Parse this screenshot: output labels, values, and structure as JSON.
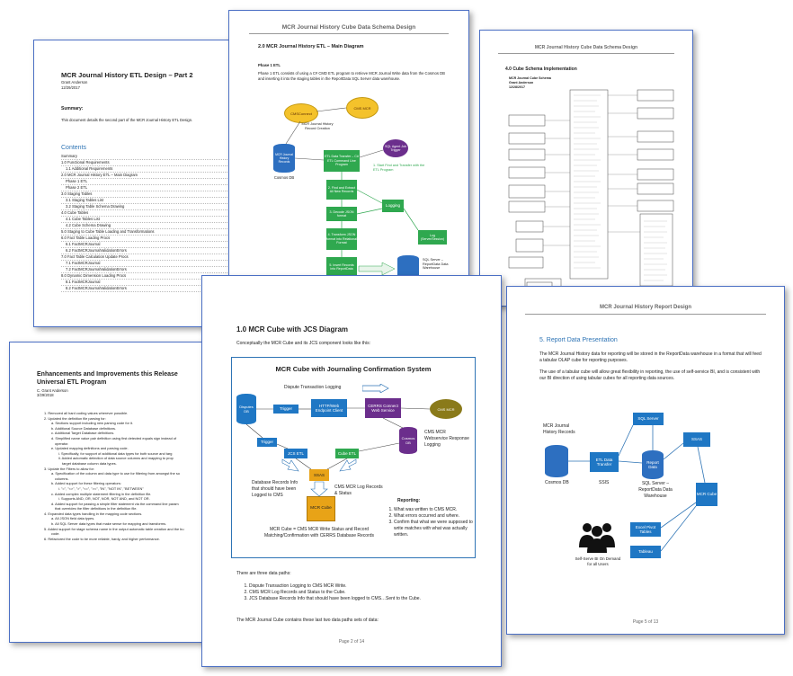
{
  "page_etl_part2": {
    "title": "MCR Journal History ETL Design – Part 2",
    "author": "Grant Anderson",
    "date": "12/29/2017",
    "summary_heading": "Summary:",
    "summary_text": "This document details the second part of the MCR Journal History ETL Design.",
    "contents_heading": "Contents",
    "toc": [
      "Summary",
      "1.0 Functional Requirements",
      "1.1 Additional Requirements",
      "2.0 MCR Journal History ETL – Main Diagram",
      "Phase 1 ETL",
      "Phase 2 ETL",
      "3.0 Staging Tables",
      "3.1 Staging Tables List",
      "3.2 Staging Table Schema Drawing",
      "4.0 Cube Tables",
      "4.1 Cube Tables List",
      "4.2 Cube Schema Drawing",
      "5.0 Staging to Cube Table Loading and Transformations",
      "6.0 Fact Table Loading Procs",
      "6.1 FactMCRJournal",
      "6.2 FactMCRJournalValidationErrors",
      "7.0 Fact Table Calculation Update Procs",
      "7.1 FactMCRJournal",
      "7.2 FactMCRJournalValidationErrors",
      "8.0 Dynamic Dimension Loading Procs",
      "8.1 FactMCRJournal",
      "8.2 FactMCRJournalValidationErrors"
    ]
  },
  "page_enhancements": {
    "title": "Enhancements and Improvements this Release",
    "subtitle": "Universal ETL Program",
    "author": "C. Grant Anderson",
    "date": "3/29/2018",
    "items": [
      "1. Removed all hard coding values wherever possible.",
      "2. Updated the definition file parsing for:",
      "a. Sections support including new parsing code for it.",
      "b. Additional Source Database definitions.",
      "c. Additional Target Database definitions.",
      "d. Simplified name value pair definition using first detected equals sign instead of",
      "operator.",
      "e. Updated mapping definitions and parsing code.",
      "i. Specifically, for support of additional data types for both source and targ",
      "ii. Added automatic detection of data source columns and mapping to prop",
      "target database column data types.",
      "3. Update the Filters to allow for:",
      "a. Specification of the column and data type to use for filtering from amongst the so",
      "columns.",
      "b. Added support for these filtering operators:",
      "i. \"=\", \"<>\", \">\", \"<=\", \">=\", \"IN\", \"NOT IN\", \"BETWEEN\"",
      "c. Added complex multiple statement filtering in the definition file.",
      "i. Supports AND, OR, NOT, NOR, NOT AND, and NOT OR.",
      "d. Added support for passing a simple filter statement via the command line param",
      "that overrides the filter definitions in the definition file.",
      "4. Expanded data types handling in the mapping code sections.",
      "a. All JSON field data types.",
      "b. All SQL Server data types that make sense for mapping and transforms.",
      "5. Added support for stage schema name in the output automatic table creation and the bu",
      "code.",
      "6. Refactored the code to be more reliable, hardy, and higher performance."
    ]
  },
  "page_schema_design": {
    "header": "MCR Journal History Cube Data Schema Design",
    "section": "2.0  MCR Journal History ETL – Main Diagram",
    "phase": "Phase 1 ETL",
    "body": "Phase 1 ETL consists of using a C# CMD ETL program to retrieve MCR Journal Write data from the Cosmos DB and inserting it into the staging tables in the ReportData SQL Server data warehouse.",
    "nodes": {
      "cmsconnect": "CMSConnect",
      "cms_mcr": "CMS MCR",
      "history_label": "MCR Journal History Record Creation",
      "cosmos_db_label": "MCR Journal History Records",
      "cosmos_db": "Cosmos DB",
      "sql_agent": "SQL Agent Job Trigger",
      "etl_step1": "ETL Data Transfer – C# ETL Command Line Program",
      "etl_step2": "2. Find and Extract All New Records",
      "etl_step3": "3. Decode JSON format",
      "etl_step4": "4. Transform JSON format into Relational Format",
      "etl_step5": "5. Insert Records into ReportData",
      "start_note": "1. Start Find and Transfer with the ETL Program",
      "logging": "Logging",
      "log_file": "Log (Server/Session)",
      "sql_server": "SQL Server – ReportData Data Warehouse"
    }
  },
  "page_cube_schema": {
    "header": "MCR Journal History Cube Data Schema Design",
    "section": "4.0  Cube Schema Implementation",
    "sub1": "MCR Journal Cube Schema",
    "sub2": "Grant Anderson",
    "sub3": "12/28/2017"
  },
  "page_jcs": {
    "section": "1.0  MCR Cube with JCS Diagram",
    "intro": "Conceptually the MCR Cube and its JCS component looks like this:",
    "diagram_title": "MCR Cube with Journaling Confirmation System",
    "dispute_logging": "Dispute Transaction Logging",
    "disputes_db": "Disputes DB",
    "trigger1": "Trigger",
    "trigger2": "Trigger",
    "http_client": "HTTP/Web Endpoint Client",
    "cerrs_connect": "CERRS Connect Web Service",
    "cms_mcr": "CMS MCR",
    "cosmos_db": "Cosmos DB",
    "cms_logging": "CMS MCR Webservice Response Logging",
    "jcs_etl": "JCS ETL",
    "cube_etl": "Cube ETL",
    "ssas": "SSAS",
    "mcr_cube": "MCR Cube",
    "db_records_info": "Database Records Info that should have been Logged to CMS",
    "cms_log_records": "CMS MCR Log Records & Status",
    "reporting_heading": "Reporting:",
    "reporting_items": [
      "What was written to CMS MCR.",
      "What errors occurred and where.",
      "Confirm that what we were supposed to write matches with what was actually written."
    ],
    "cube_caption": "MCR Cube = CMS MCR Write Status and Record Matching/Confirmation with CERRS Database Records",
    "paths_intro": "There are three data paths:",
    "paths": [
      "Dispute Transaction Logging to CMS MCR Write.",
      "CMS MCR Log Records and Status to the Cube.",
      "JCS Database Records Info that should have been logged to CMS…Sent to the Cube."
    ],
    "closing": "The MCR Journal Cube contains these last two data paths sets of data:",
    "footer": "Page 2 of 14"
  },
  "page_report": {
    "header": "MCR Journal History Report Design",
    "section": "5.  Report Data Presentation",
    "para1": "The MCR Journal History data for reporting will be stored in the ReportData warehouse in a format that will feed a tabular OLAP cube for reporting purposes.",
    "para2": "The use of a tabular cube will allow great flexibility in reporting, the use of self-service BI, and is consistent with our BI direction of using tabular cubes for all reporting data sources.",
    "nodes": {
      "journal_records": "MCR Journal History Records",
      "cosmos_db": "Cosmos DB",
      "etl": "ETL Data Transfer",
      "ssis": "SSIS",
      "report_data": "Report Data",
      "sql_server": "SQL Server",
      "sql_server_wh": "SQL Server – ReportData Data Warehouse",
      "ssas": "SSAS",
      "mcr_cube": "MCR Cube",
      "excel": "Excel Pivot Tables",
      "tableau": "Tableau",
      "self_serve": "Self-Serve BI On Demand for all Users"
    },
    "footer": "Page 5 of 13"
  },
  "colors": {
    "page_border": "#4b6fc4",
    "green": "#2fa84f",
    "blue": "#1f77c4",
    "purple": "#6b2e8c",
    "orange": "#e8a317",
    "heading_blue": "#2e74b5"
  }
}
